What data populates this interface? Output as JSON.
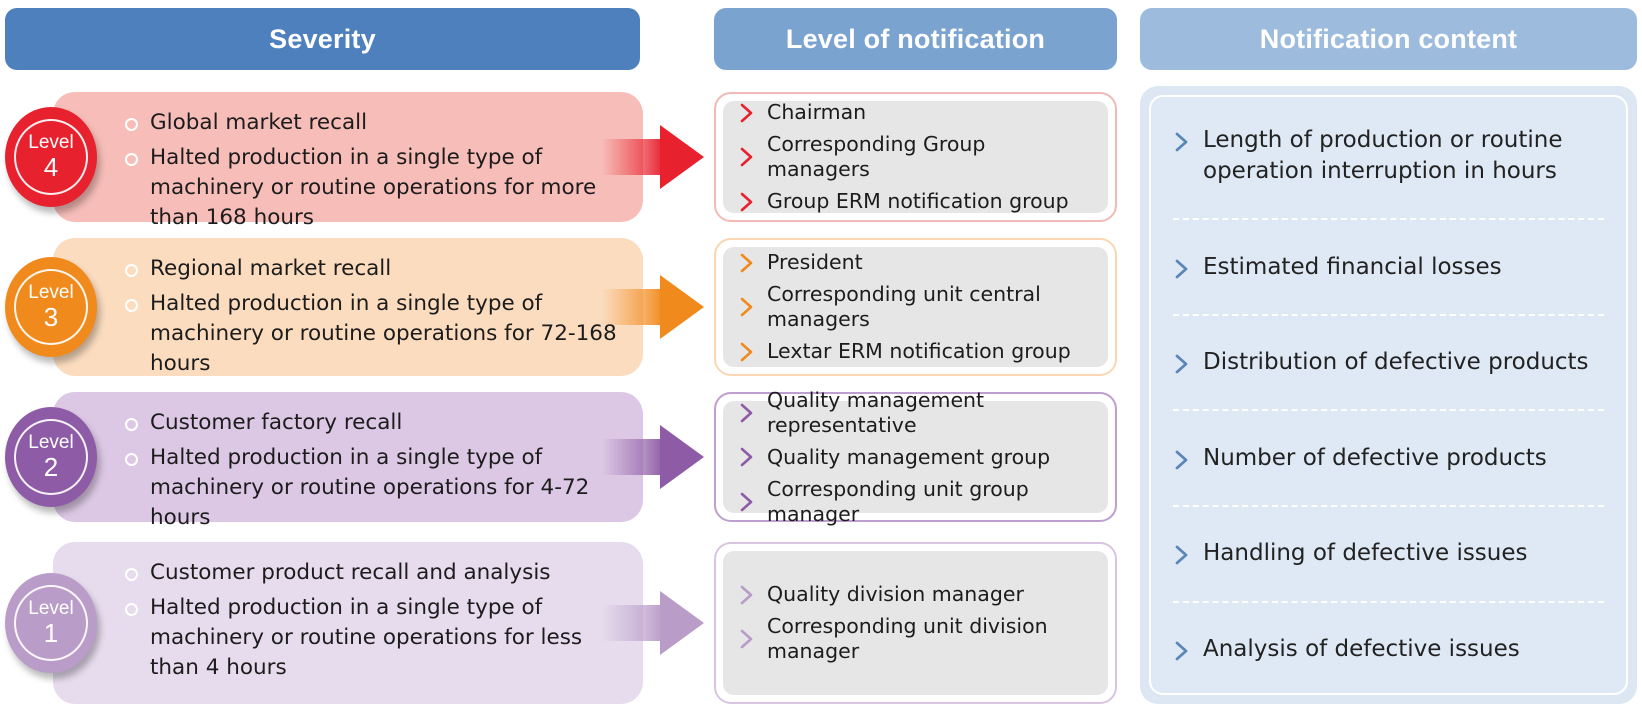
{
  "headers": {
    "severity": "Severity",
    "level_of_notification": "Level of notification",
    "notification_content": "Notification content"
  },
  "colors": {
    "header_severity": "#4d80bd",
    "header_level": "#7ba3d0",
    "header_content": "#9dbbdd",
    "level4": "#e8212e",
    "level3": "#f18a1c",
    "level2": "#8e5ba6",
    "level1": "#b99cc8",
    "content_panel": "#dce7f3"
  },
  "rows": [
    {
      "level_label": "Level",
      "level_number": "4",
      "accent": "#e8212e",
      "box_bg": "#f7bdb8",
      "card_border": "#f3b9b4",
      "bullets": [
        "Global market recall",
        "Halted production in a single type of machinery or routine operations for more than 168 hours"
      ],
      "notified": [
        "Chairman",
        "Corresponding Group managers",
        "Group ERM notification group"
      ]
    },
    {
      "level_label": "Level",
      "level_number": "3",
      "accent": "#f18a1c",
      "box_bg": "#fbdcbf",
      "card_border": "#fad7b2",
      "bullets": [
        "Regional market recall",
        "Halted production in a single type of machinery or routine operations for 72-168 hours"
      ],
      "notified": [
        "President",
        "Corresponding unit central managers",
        "Lextar ERM notification group"
      ]
    },
    {
      "level_label": "Level",
      "level_number": "2",
      "accent": "#8e5ba6",
      "box_bg": "#dcc8e4",
      "card_border": "#bf9ed0",
      "bullets": [
        "Customer factory recall",
        "Halted production in a single type of machinery or routine operations for 4-72 hours"
      ],
      "notified": [
        "Quality management representative",
        "Quality management group",
        "Corresponding unit group manager"
      ]
    },
    {
      "level_label": "Level",
      "level_number": "1",
      "accent": "#b99cc8",
      "box_bg": "#e6dced",
      "card_border": "#d9c5e2",
      "bullets": [
        "Customer product recall and analysis",
        "Halted production in a single type of machinery or routine operations for less than 4 hours"
      ],
      "notified": [
        "Quality division manager",
        "Corresponding unit division manager"
      ]
    }
  ],
  "content_items": [
    "Length of production or routine operation interruption in hours",
    "Estimated financial losses",
    "Distribution of defective products",
    "Number of defective products",
    "Handling of defective issues",
    "Analysis of defective issues"
  ]
}
